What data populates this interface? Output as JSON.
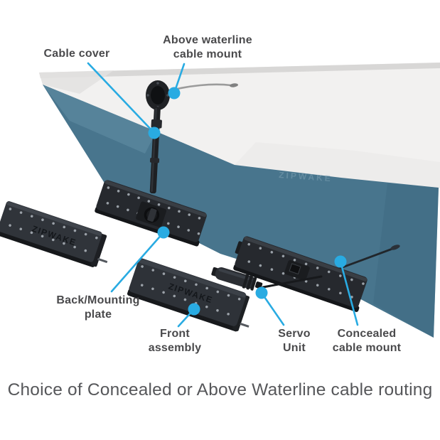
{
  "diagram": {
    "brand": "ZIPWAKE",
    "caption": "Choice of Concealed or Above Waterline cable routing",
    "labels": {
      "cable_cover": "Cable cover",
      "above_waterline": "Above waterline\ncable mount",
      "back_mounting": "Back/Mounting\nplate",
      "front_assembly": "Front\nassembly",
      "servo_unit": "Servo\nUnit",
      "concealed": "Concealed\ncable mount"
    },
    "colors": {
      "leader_cyan": "#29abe2",
      "hull_teal": "#48758d",
      "hull_teal_light": "#5e8ba2",
      "hull_white": "#f2f1f0",
      "rim_gray": "#d8d7d6",
      "part_dark": "#26292e",
      "part_mid": "#30343a",
      "label_text": "#4a4a4c",
      "caption_text": "#56575a"
    }
  }
}
